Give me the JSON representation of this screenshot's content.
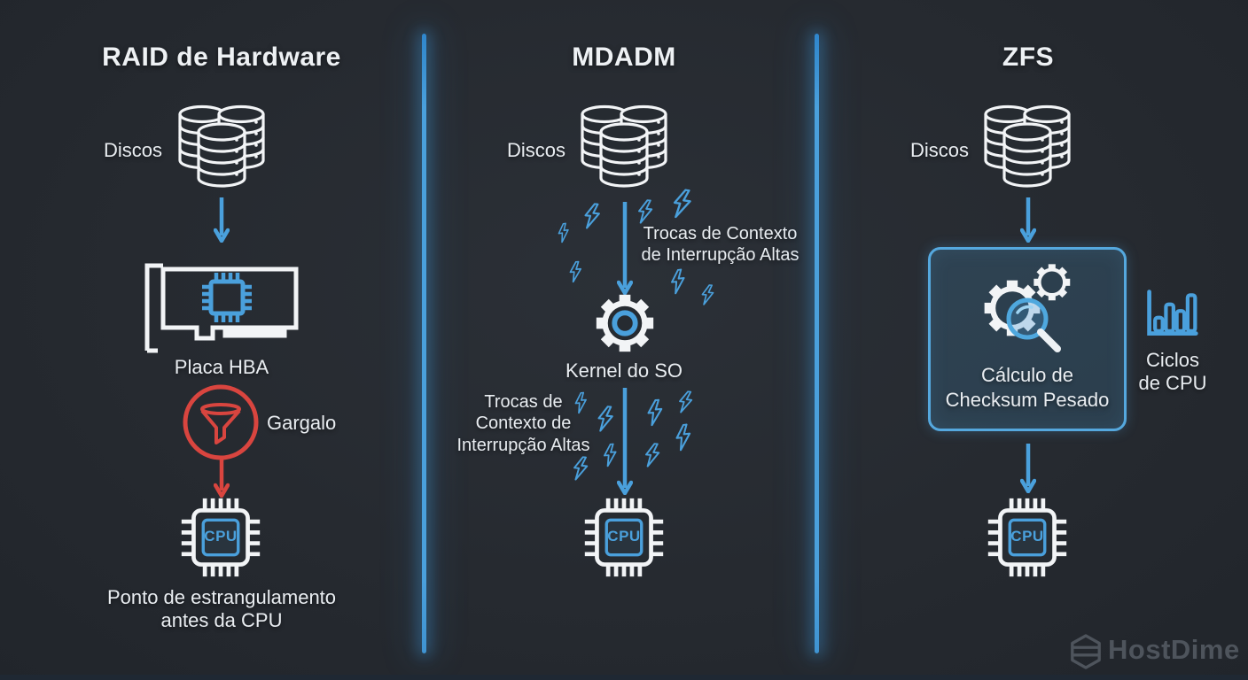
{
  "columns": {
    "raid": {
      "title": "RAID de Hardware",
      "disks_label": "Discos",
      "hba_label": "Placa HBA",
      "bottleneck_label": "Gargalo",
      "cpu_label": "CPU",
      "caption_line1": "Ponto de estrangulamento",
      "caption_line2": "antes da CPU"
    },
    "mdadm": {
      "title": "MDADM",
      "disks_label": "Discos",
      "interrupts_top_line1": "Trocas de Contexto",
      "interrupts_top_line2": "de Interrupção Altas",
      "kernel_label": "Kernel do SO",
      "interrupts_bottom_line1": "Trocas de",
      "interrupts_bottom_line2": "Contexto de",
      "interrupts_bottom_line3": "Interrupção Altas",
      "cpu_label": "CPU"
    },
    "zfs": {
      "title": "ZFS",
      "disks_label": "Discos",
      "checksum_line1": "Cálculo de",
      "checksum_line2": "Checksum Pesado",
      "cpu_cycles_line1": "Ciclos",
      "cpu_cycles_line2": "de CPU",
      "cpu_label": "CPU"
    }
  },
  "footer": {
    "brand": "HostDime"
  },
  "colors": {
    "accent_blue": "#4aa0dc",
    "alert_red": "#d9453f",
    "background": "#262b31",
    "panel_fill": "#2c3f4e",
    "panel_border": "#55a8de",
    "text": "#eef1f4",
    "brand_gray": "#4e545c"
  }
}
